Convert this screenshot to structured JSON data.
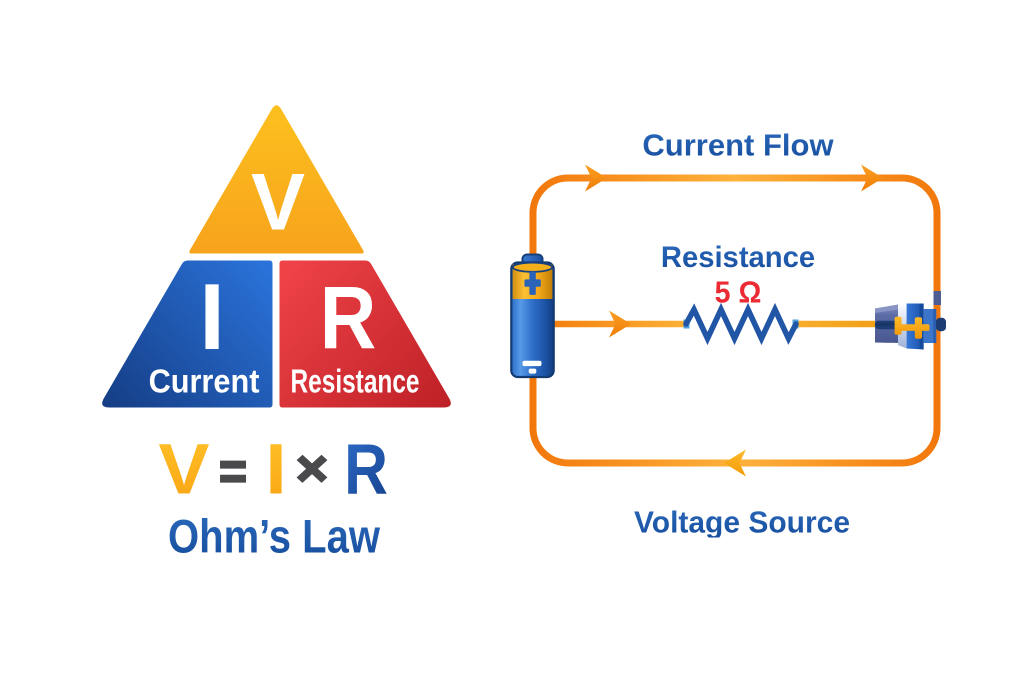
{
  "title": "Ohm's Law diagram",
  "triangle": {
    "voltage_letter": "V",
    "current_letter": "I",
    "resistance_letter": "R",
    "current_label": "Current",
    "resistance_label": "Resistance"
  },
  "formula": {
    "voltage": "V",
    "equals": "=",
    "current": "I",
    "times": "×",
    "resistance": "R",
    "caption": "Ohm’s Law"
  },
  "circuit": {
    "current_flow_label": "Current Flow",
    "resistance_label": "Resistance",
    "resistance_value": "5 Ω",
    "voltage_source_label": "Voltage Source"
  },
  "colors": {
    "wire_orange": "#F2770B",
    "wire_highlight": "#FFB23C",
    "triangle_yellow": "#FBAE17",
    "triangle_blue": "#2064C4",
    "triangle_red": "#D92B31",
    "label_blue": "#1B5BB1",
    "value_red": "#EB2A33",
    "formula_gray": "#4A4A4C",
    "battery_blue": "#2E6FC8",
    "resistor_navy": "#2155A6"
  }
}
